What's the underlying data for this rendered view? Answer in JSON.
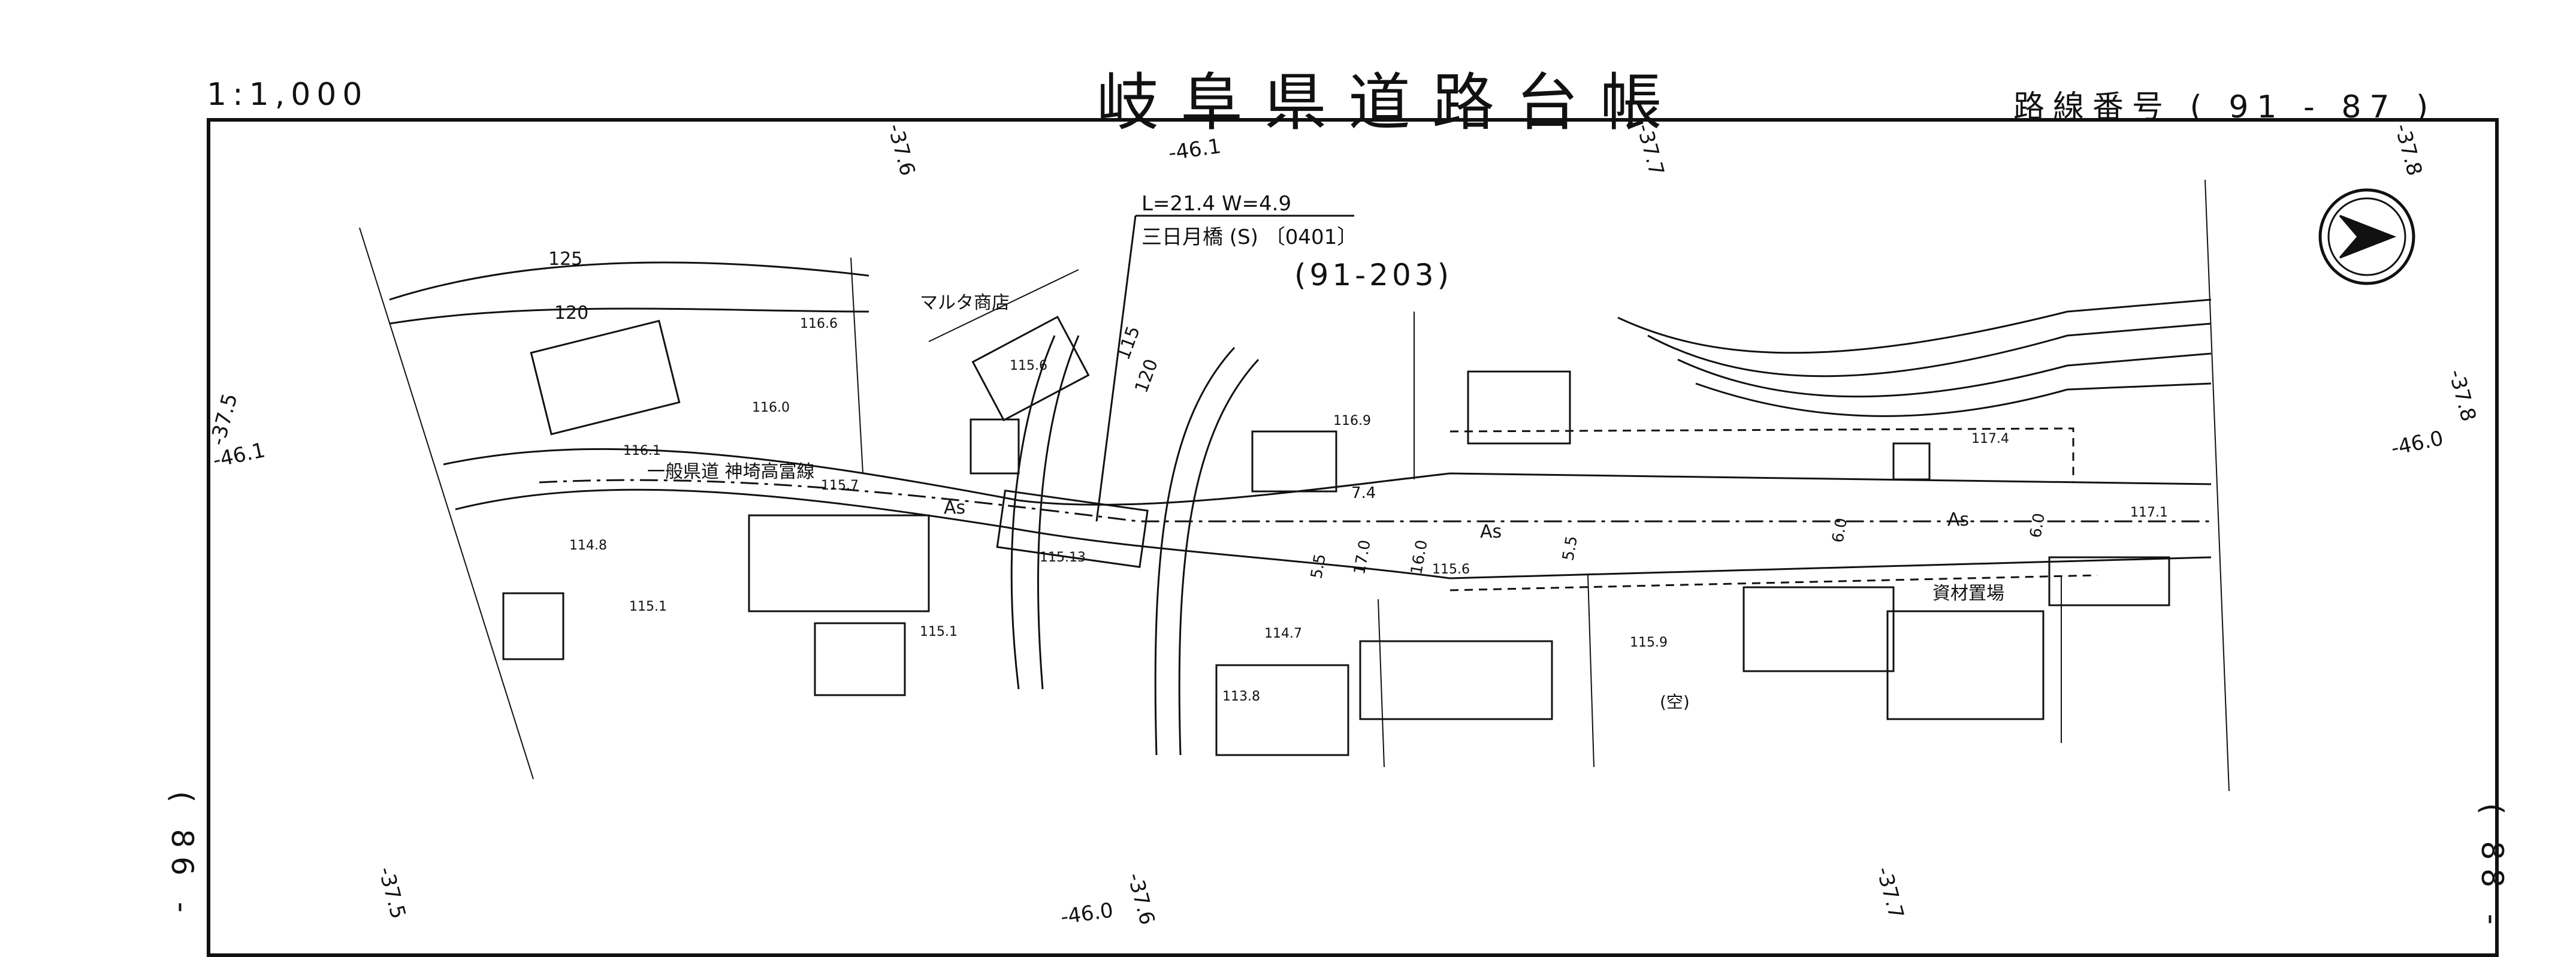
{
  "header": {
    "scale": "1:1,000",
    "title": "岐阜県道路台帳",
    "route_number": "路線番号 ( 91 - 87 )"
  },
  "edges": {
    "left": "( 86 -",
    "right": "( 88 -"
  },
  "coords": {
    "top": [
      "-37.6",
      "-46.1",
      "-37.7",
      "-37.8"
    ],
    "left": [
      "-37.5",
      "-46.1"
    ],
    "right": [
      "-37.8",
      "-46.0"
    ],
    "bottom": [
      "-37.5",
      "-46.0",
      "-37.6",
      "-37.7"
    ]
  },
  "bridge": {
    "dims": "L=21.4 W=4.9",
    "name": "三日月橋 (S) 〔0401〕"
  },
  "route_code": "(91-203)",
  "labels": {
    "shop": "マルタ商店",
    "road_name": "一般県道 神埼高富線",
    "surface": "As",
    "materials": "資材置場",
    "vacant": "(空)"
  },
  "contours": [
    "125",
    "120",
    "115",
    "120"
  ],
  "elevations": [
    "116.6",
    "115.6",
    "116.0",
    "116.1",
    "115.7",
    "114.8",
    "115.1",
    "115.1",
    "115.13",
    "116.9",
    "115.6",
    "114.7",
    "113.8",
    "115.9",
    "117.4",
    "117.1"
  ],
  "widths": [
    "5.5",
    "17.0",
    "16.0",
    "7.4",
    "5.5",
    "6.0",
    "6.0"
  ],
  "north_arrow": "north-arrow"
}
